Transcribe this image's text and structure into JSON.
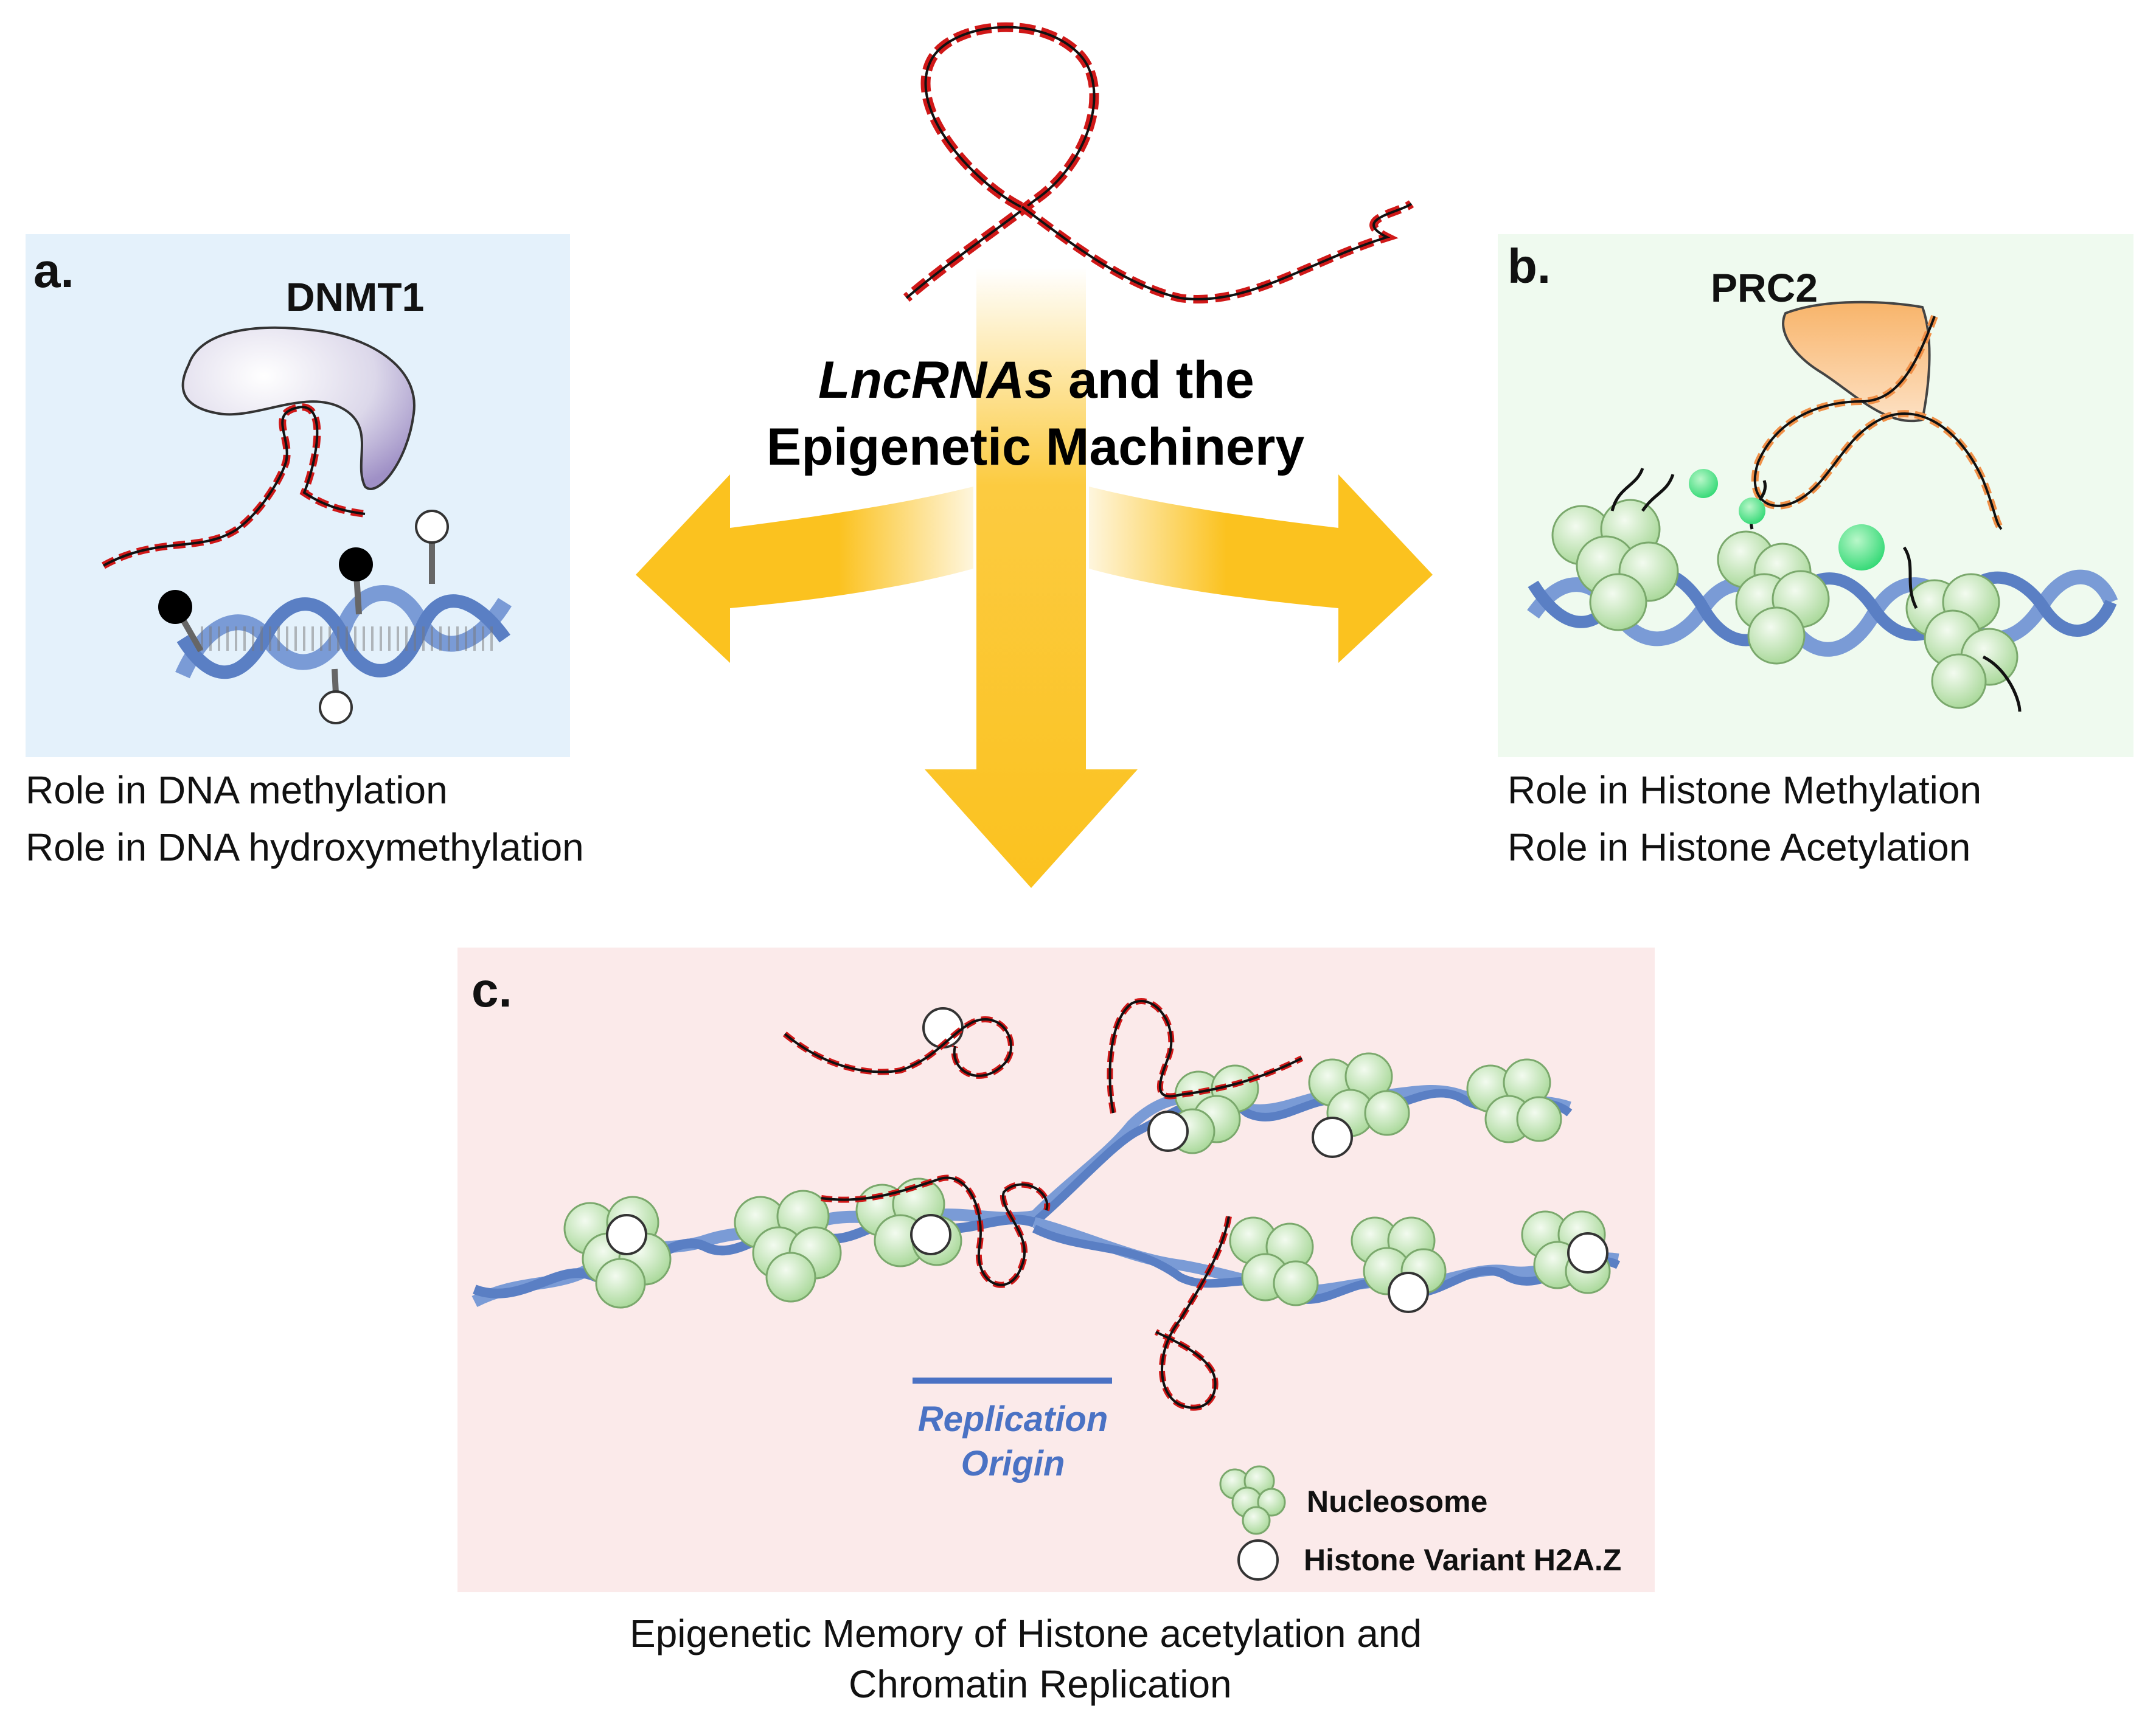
{
  "title": {
    "line1_italic": "LncRNAs",
    "line1_rest": " and the",
    "line2": "Epigenetic Machinery"
  },
  "panel_a": {
    "letter": "a.",
    "protein": "DNMT1",
    "caption_lines": [
      "Role in DNA methylation",
      "Role in DNA hydroxymethylation"
    ]
  },
  "panel_b": {
    "letter": "b.",
    "protein": "PRC2",
    "caption_lines": [
      "Role in Histone Methylation",
      "Role in Histone Acetylation"
    ]
  },
  "panel_c": {
    "letter": "c.",
    "replication_origin_lines": [
      "Replication",
      "Origin"
    ],
    "legend": {
      "nucleosome": "Nucleosome",
      "histone_variant": "Histone Variant H2A.Z"
    },
    "caption_lines": [
      "Epigenetic Memory of Histone acetylation and",
      "Chromatin Replication"
    ]
  },
  "colors": {
    "panel_a_bg": "#e4f1fb",
    "panel_b_bg": "#effaef",
    "panel_c_bg": "#fbeaea",
    "arrow": "#fbc21f",
    "dna": "#7a9bd6",
    "rna": "#d01818",
    "nucleosome": "#c4e6b6",
    "origin_label": "#4a72c4"
  }
}
